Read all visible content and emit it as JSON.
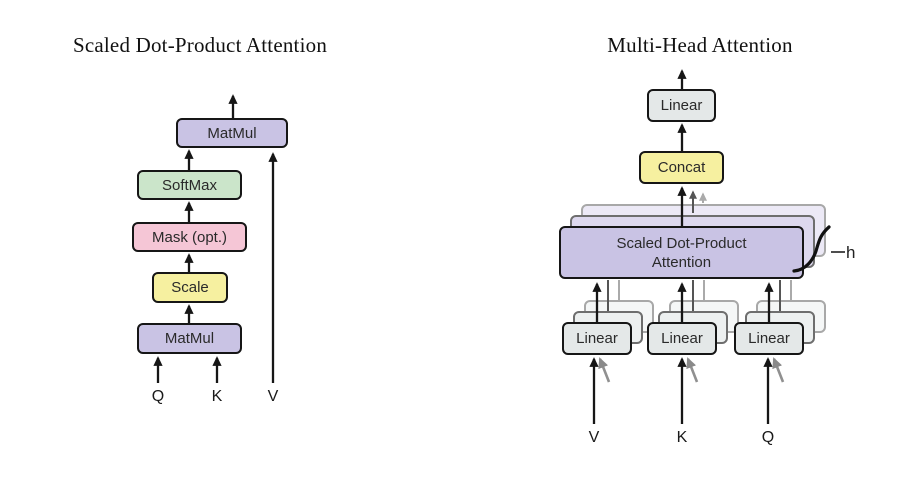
{
  "figure": {
    "left": {
      "title": "Scaled Dot-Product Attention",
      "boxes": {
        "matmul_top": "MatMul",
        "softmax": "SoftMax",
        "mask": "Mask (opt.)",
        "scale": "Scale",
        "matmul_bottom": "MatMul"
      },
      "inputs": {
        "q": "Q",
        "k": "K",
        "v": "V"
      }
    },
    "right": {
      "title": "Multi-Head Attention",
      "boxes": {
        "linear_top": "Linear",
        "concat": "Concat",
        "sdpa_line1": "Scaled Dot-Product",
        "sdpa_line2": "Attention",
        "linear_v": "Linear",
        "linear_k": "Linear",
        "linear_q": "Linear"
      },
      "heads_label": "h",
      "inputs": {
        "v": "V",
        "k": "K",
        "q": "Q"
      }
    },
    "colors": {
      "purple_box": "#C9C3E4",
      "green_box": "#CBE5CA",
      "pink_box": "#F5C6D6",
      "yellow_box": "#F6F0A0",
      "gray_box": "#E4E8E8",
      "border": "#161616",
      "arrow": "#161616",
      "shadow_arrow_dark": "#555555",
      "shadow_arrow_light": "#aaaaaa",
      "background": "#FFFFFF"
    }
  }
}
